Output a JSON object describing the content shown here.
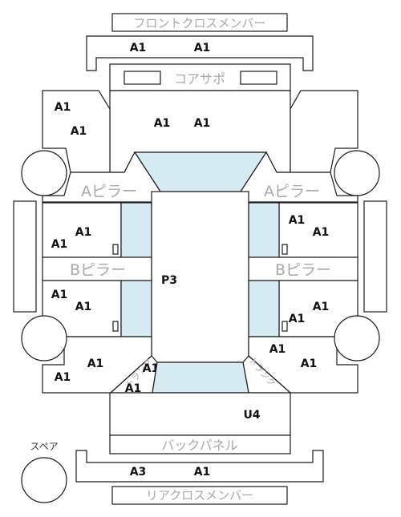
{
  "labels": {
    "front_cross_member": "フロントクロスメンバー",
    "core_support": "コアサポ",
    "a_pillar_left": "Aピラー",
    "a_pillar_right": "Aピラー",
    "b_pillar_left": "Bピラー",
    "b_pillar_right": "Bピラー",
    "back_panel": "バックパネル",
    "rear_cross_member": "リアクロスメンバー",
    "spare": "スペア",
    "trunk_left": "トランク",
    "trunk_right": "トランク"
  },
  "codes": {
    "front_cross_left": "A1",
    "front_cross_right": "A1",
    "front_left_fender_1": "A1",
    "front_left_fender_2": "A1",
    "hood_left": "A1",
    "hood_right": "A1",
    "front_left_door_1": "A1",
    "front_left_door_2": "A1",
    "rear_left_door_1": "A1",
    "rear_left_door_2": "A1",
    "front_right_door_1": "A1",
    "front_right_door_2": "A1",
    "rear_right_door_1": "A1",
    "rear_right_door_2": "A1",
    "roof": "P3",
    "rear_left_quarter_1": "A1",
    "rear_left_quarter_2": "A1",
    "rear_left_pillar": "A1",
    "rear_left_pillar_2": "A1",
    "rear_right_quarter_1": "A1",
    "rear_right_quarter_2": "A1",
    "trunk": "U4",
    "rear_cross_left": "A3",
    "rear_cross_right": "A1"
  }
}
